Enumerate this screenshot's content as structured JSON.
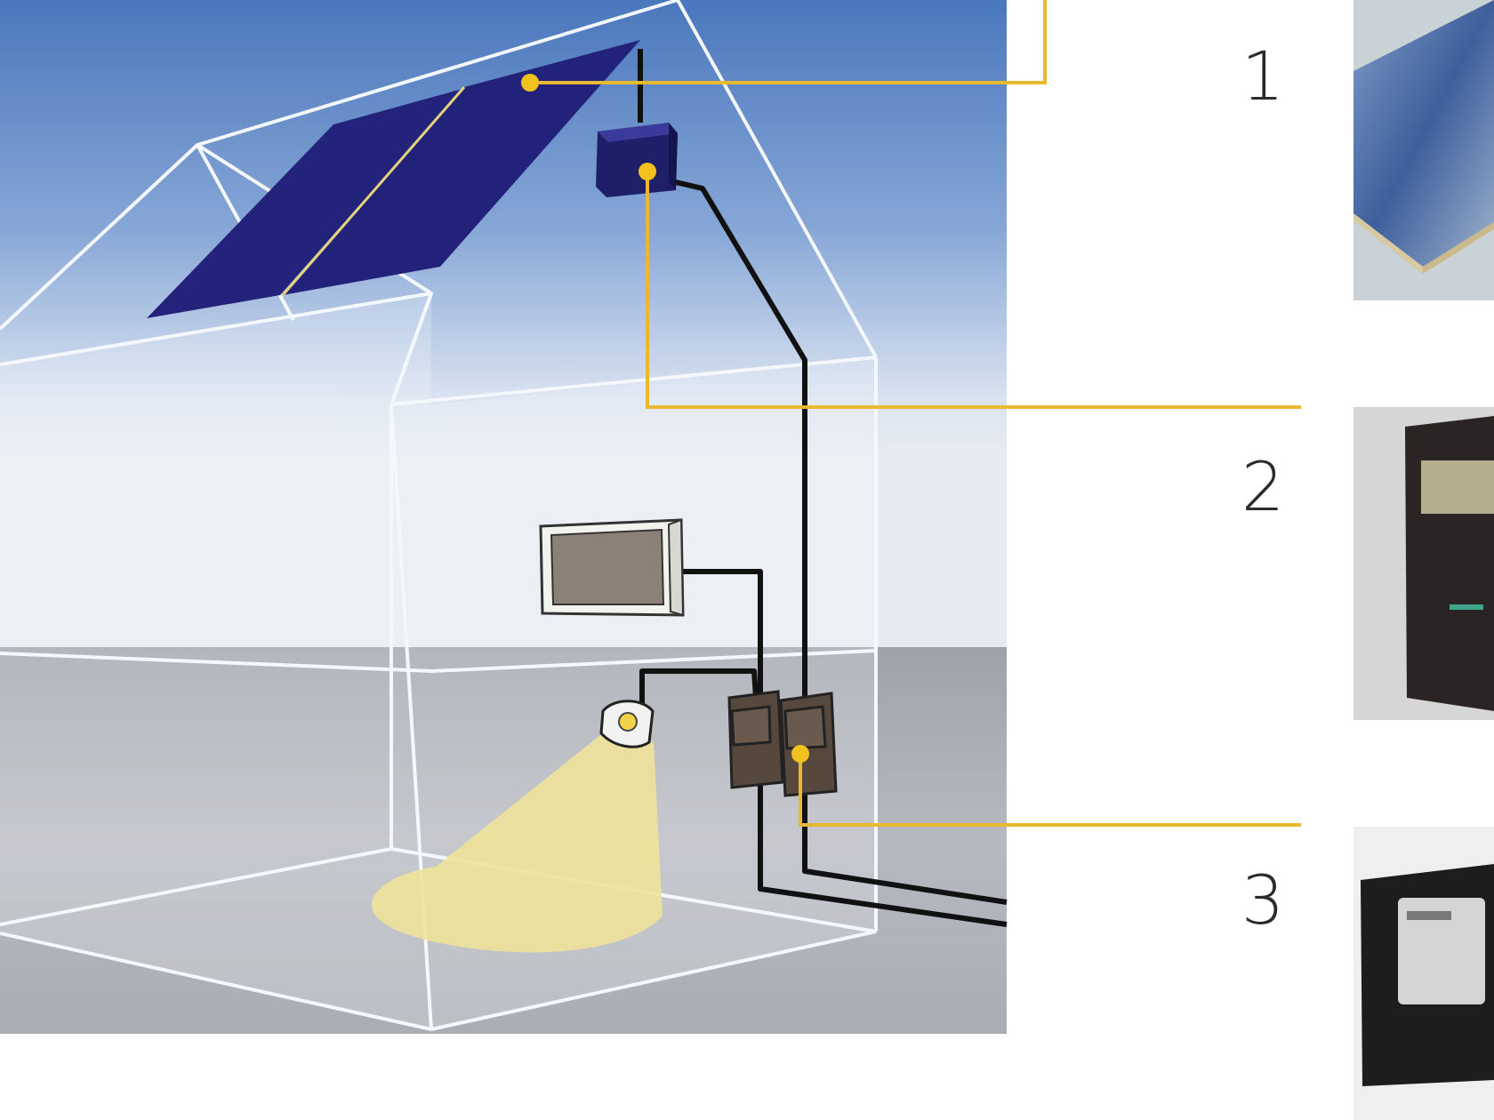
{
  "title": "",
  "callouts": [
    {
      "label": "1",
      "component": "solar-panel"
    },
    {
      "label": "2",
      "component": "inverter"
    },
    {
      "label": "3",
      "component": "electricity-meter"
    }
  ],
  "colors": {
    "sky_top": "#4c78bd",
    "sky_mid": "#b9cde6",
    "horizon": "#d6dbe3",
    "ground": "#a7abb3",
    "house_outline": "#f4f7fb",
    "panel": "#23227a",
    "callout_line": "#e8b830",
    "wire": "#111111",
    "light_cone": "#efe29a"
  }
}
